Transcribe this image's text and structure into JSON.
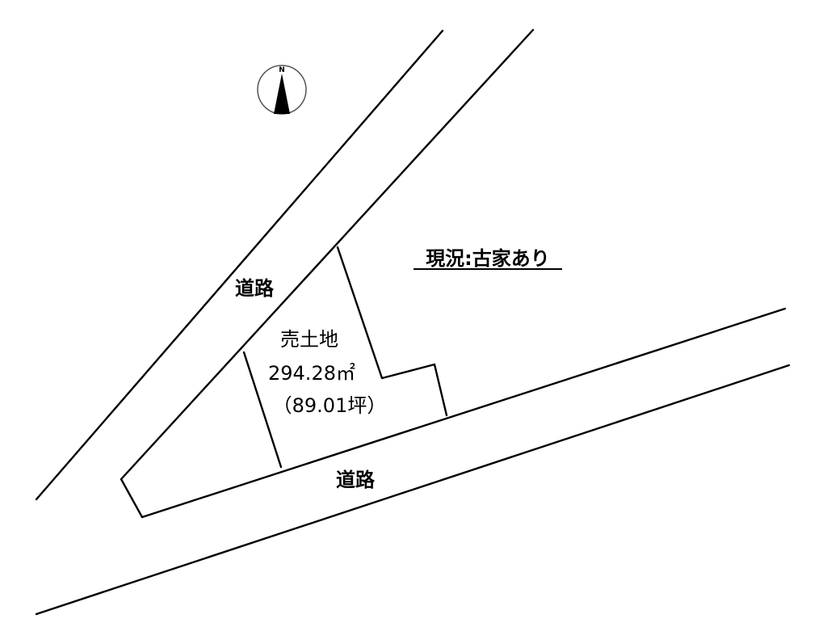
{
  "compass": {
    "north_label": "N",
    "icon": "north-arrow-icon"
  },
  "roads": {
    "northwest_label": "道路",
    "south_label": "道路"
  },
  "lot": {
    "title": "売土地",
    "area_sqm": "294.28㎡",
    "area_tsubo": "（89.01坪）"
  },
  "current_status": "現況:古家あり",
  "colors": {
    "line": "#000000",
    "background": "#ffffff"
  }
}
